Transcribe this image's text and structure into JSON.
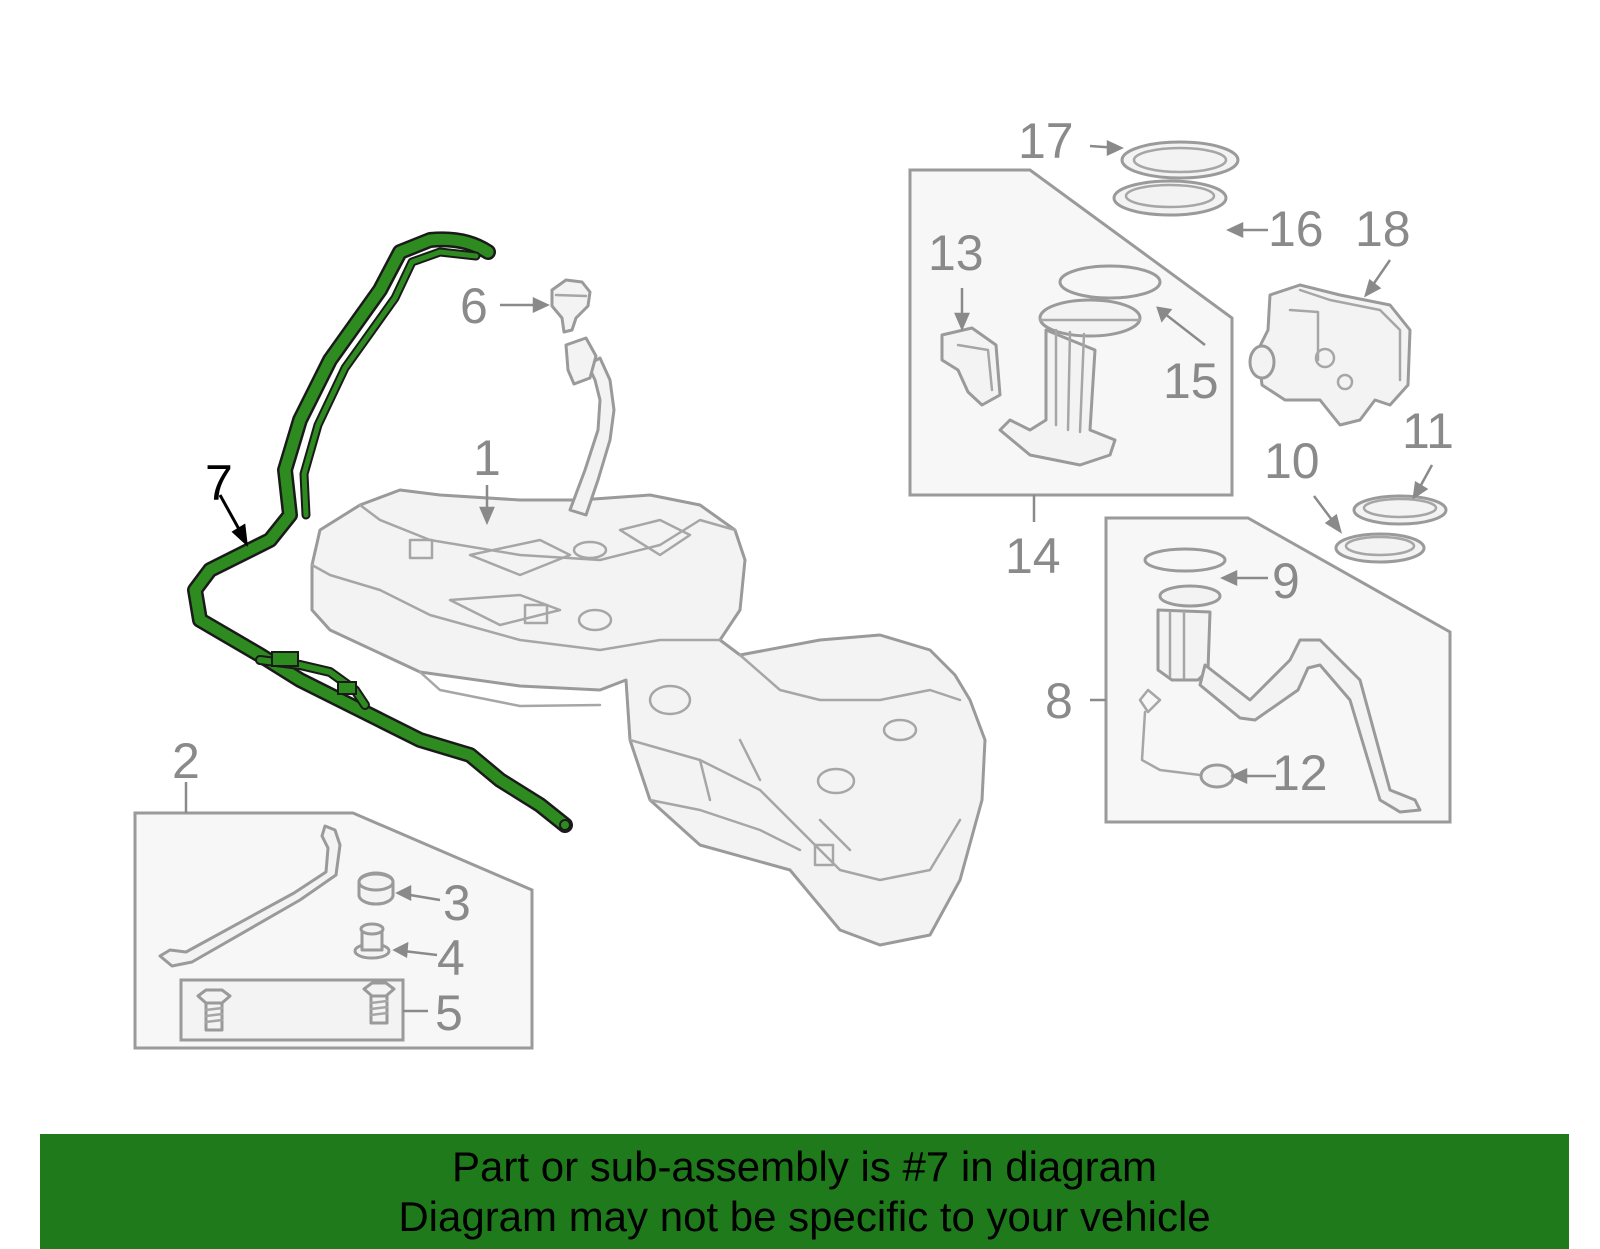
{
  "diagram": {
    "callouts": [
      {
        "id": "1",
        "text": "1"
      },
      {
        "id": "2",
        "text": "2"
      },
      {
        "id": "3",
        "text": "3"
      },
      {
        "id": "4",
        "text": "4"
      },
      {
        "id": "5",
        "text": "5"
      },
      {
        "id": "6",
        "text": "6"
      },
      {
        "id": "7",
        "text": "7",
        "highlighted": true
      },
      {
        "id": "8",
        "text": "8"
      },
      {
        "id": "9",
        "text": "9"
      },
      {
        "id": "10",
        "text": "10"
      },
      {
        "id": "11",
        "text": "11"
      },
      {
        "id": "12",
        "text": "12"
      },
      {
        "id": "13",
        "text": "13"
      },
      {
        "id": "14",
        "text": "14"
      },
      {
        "id": "15",
        "text": "15"
      },
      {
        "id": "16",
        "text": "16"
      },
      {
        "id": "17",
        "text": "17"
      },
      {
        "id": "18",
        "text": "18"
      }
    ],
    "highlighted_part": "7",
    "colors": {
      "highlight": "#2e8b1f",
      "banner": "#1f7a1c",
      "line_art": "#9a9a9a",
      "callout_text": "#8a8a8a"
    }
  },
  "banner": {
    "line1": "Part or sub-assembly is #7 in diagram",
    "line2": "Diagram may not be specific to your vehicle"
  }
}
